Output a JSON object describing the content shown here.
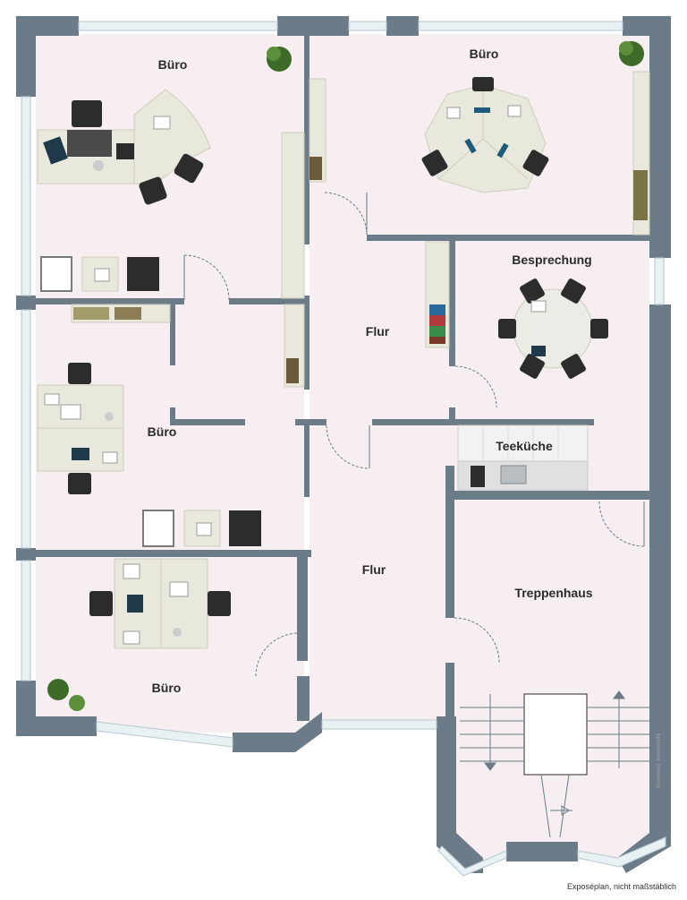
{
  "rooms": {
    "office_top_left": "Büro",
    "office_top_right": "Büro",
    "meeting": "Besprechung",
    "hall_upper": "Flur",
    "office_middle_left": "Büro",
    "kitchen": "Teeküche",
    "hall_lower": "Flur",
    "stairwell": "Treppenhaus",
    "office_bottom_left": "Büro"
  },
  "caption": "Exposéplan, nicht maßstäblich",
  "credit": "Illustration: ImmoGrafik",
  "colors": {
    "wall": "#6b7c88",
    "floor": "#f6eef0",
    "furniture_light": "#e9e8dc",
    "chair": "#2c2c2c",
    "window": "#e8f1f4",
    "plant": "#3f6b2a"
  }
}
